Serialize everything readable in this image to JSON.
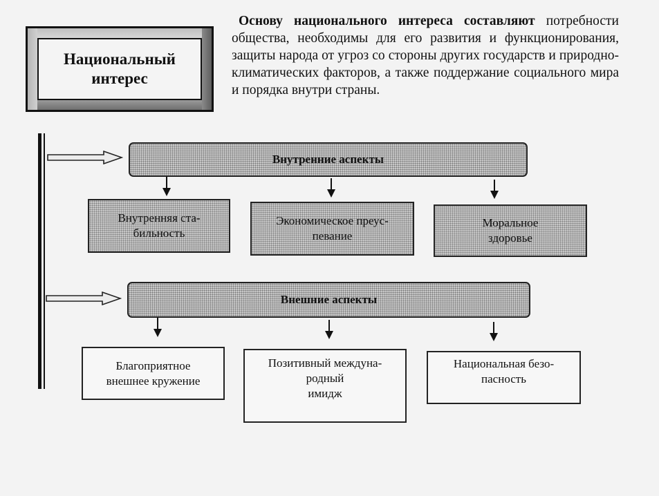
{
  "title": "Национальный интерес",
  "intro": {
    "bold": "Основу национального интереса составляют",
    "rest": " потребности общества, необходимы для его развития и функционирования, защиты народа от угроз со стороны других государств и природно-климатических факторов, а также поддержание социального мира и порядка внутри страны."
  },
  "internal": {
    "header": "Внутренние аспекты",
    "items": [
      "Внутренняя ста-\nбильность",
      "Экономическое преус-\nпевание",
      "Моральное\nздоровье"
    ]
  },
  "external": {
    "header": "Внешние аспекты",
    "items": [
      "Благоприятное\nвнешнее кружение",
      "Позитивный междуна-\nродный\nимидж",
      "Национальная безо-\nпасность"
    ]
  }
}
